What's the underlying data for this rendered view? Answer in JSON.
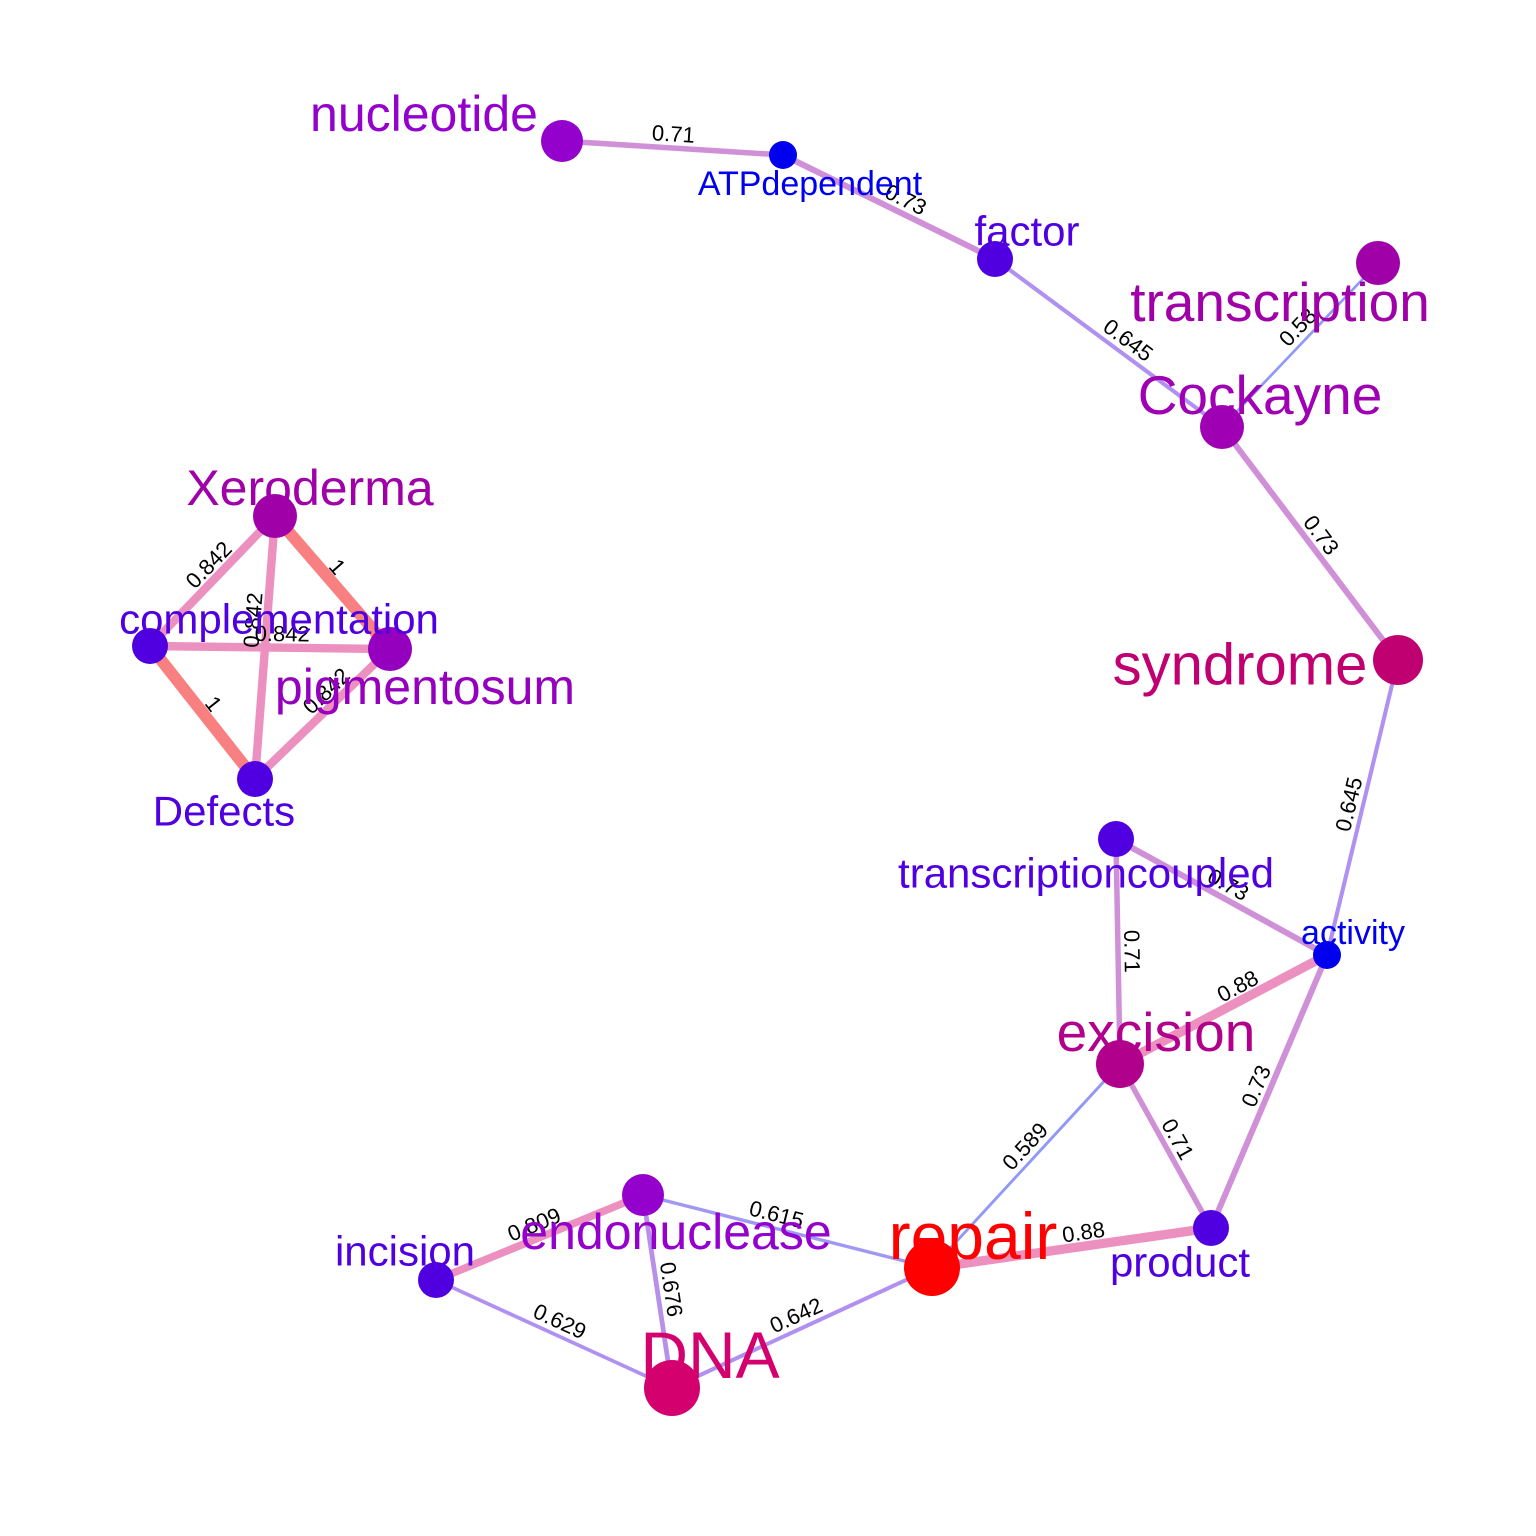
{
  "graph": {
    "nodes": [
      {
        "id": "nucleotide",
        "label": "nucleotide",
        "color": "#9400CC",
        "weight": 3
      },
      {
        "id": "ATPdependent",
        "label": "ATPdependent",
        "color": "#0000EE",
        "weight": 1
      },
      {
        "id": "factor",
        "label": "factor",
        "color": "#5000E0",
        "weight": 2
      },
      {
        "id": "transcription",
        "label": "transcription",
        "color": "#A000A8",
        "weight": 3
      },
      {
        "id": "Cockayne",
        "label": "Cockayne",
        "color": "#A000B4",
        "weight": 3
      },
      {
        "id": "syndrome",
        "label": "syndrome",
        "color": "#C00070",
        "weight": 4
      },
      {
        "id": "Xeroderma",
        "label": "Xeroderma",
        "color": "#A000A8",
        "weight": 3
      },
      {
        "id": "complementation",
        "label": "complementation",
        "color": "#5000E0",
        "weight": 2
      },
      {
        "id": "pigmentosum",
        "label": "pigmentosum",
        "color": "#9400BE",
        "weight": 3
      },
      {
        "id": "Defects",
        "label": "Defects",
        "color": "#5000E0",
        "weight": 2
      },
      {
        "id": "transcriptioncoupled",
        "label": "transcriptioncoupled",
        "color": "#5000E0",
        "weight": 2
      },
      {
        "id": "activity",
        "label": "activity",
        "color": "#0000EE",
        "weight": 1
      },
      {
        "id": "excision",
        "label": "excision",
        "color": "#B0008C",
        "weight": 4
      },
      {
        "id": "product",
        "label": "product",
        "color": "#5000E0",
        "weight": 2
      },
      {
        "id": "endonuclease",
        "label": "endonuclease",
        "color": "#9400CC",
        "weight": 3
      },
      {
        "id": "incision",
        "label": "incision",
        "color": "#5000E0",
        "weight": 2
      },
      {
        "id": "repair",
        "label": "repair",
        "color": "#FF0000",
        "weight": 5
      },
      {
        "id": "DNA",
        "label": "DNA",
        "color": "#D4006E",
        "weight": 5
      }
    ],
    "edges": [
      {
        "source": "nucleotide",
        "target": "ATPdependent",
        "weight": "0.71",
        "color": "#D090D8"
      },
      {
        "source": "ATPdependent",
        "target": "factor",
        "weight": "0.73",
        "color": "#D090D8"
      },
      {
        "source": "factor",
        "target": "Cockayne",
        "weight": "0.645",
        "color": "#B090F0"
      },
      {
        "source": "transcription",
        "target": "Cockayne",
        "weight": "0.58",
        "color": "#9098F8"
      },
      {
        "source": "Cockayne",
        "target": "syndrome",
        "weight": "0.73",
        "color": "#D090D8"
      },
      {
        "source": "syndrome",
        "target": "activity",
        "weight": "0.645",
        "color": "#B090F0"
      },
      {
        "source": "Xeroderma",
        "target": "complementation",
        "weight": "0.842",
        "color": "#EC90C0"
      },
      {
        "source": "Xeroderma",
        "target": "pigmentosum",
        "weight": "1",
        "color": "#F88080"
      },
      {
        "source": "Xeroderma",
        "target": "Defects",
        "weight": "0.842",
        "color": "#EC90C0"
      },
      {
        "source": "complementation",
        "target": "pigmentosum",
        "weight": "0.842",
        "color": "#EC90C0"
      },
      {
        "source": "complementation",
        "target": "Defects",
        "weight": "1",
        "color": "#F88080"
      },
      {
        "source": "pigmentosum",
        "target": "Defects",
        "weight": "0.842",
        "color": "#EC90C0"
      },
      {
        "source": "transcriptioncoupled",
        "target": "activity",
        "weight": "0.73",
        "color": "#D090D8"
      },
      {
        "source": "transcriptioncoupled",
        "target": "excision",
        "weight": "0.71",
        "color": "#D090D8"
      },
      {
        "source": "excision",
        "target": "activity",
        "weight": "0.88",
        "color": "#EC90C0"
      },
      {
        "source": "activity",
        "target": "product",
        "weight": "0.73",
        "color": "#D090D8"
      },
      {
        "source": "excision",
        "target": "product",
        "weight": "0.71",
        "color": "#D090D8"
      },
      {
        "source": "excision",
        "target": "repair",
        "weight": "0.589",
        "color": "#9098F8"
      },
      {
        "source": "repair",
        "target": "product",
        "weight": "0.88",
        "color": "#EC90C0"
      },
      {
        "source": "endonuclease",
        "target": "repair",
        "weight": "0.615",
        "color": "#A098F4"
      },
      {
        "source": "endonuclease",
        "target": "incision",
        "weight": "0.809",
        "color": "#EC90C0"
      },
      {
        "source": "endonuclease",
        "target": "DNA",
        "weight": "0.676",
        "color": "#B890E8"
      },
      {
        "source": "incision",
        "target": "DNA",
        "weight": "0.629",
        "color": "#B090F0"
      },
      {
        "source": "DNA",
        "target": "repair",
        "weight": "0.642",
        "color": "#B090F0"
      }
    ]
  }
}
